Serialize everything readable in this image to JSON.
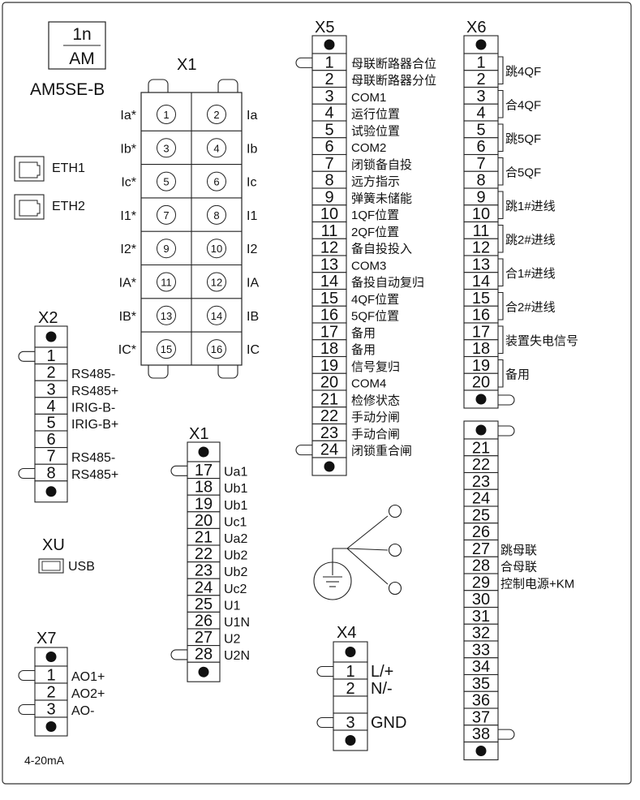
{
  "title_box": {
    "top": "1n",
    "bottom": "AM"
  },
  "model": "AM5SE-B",
  "x1_current": {
    "label": "X1",
    "rows": [
      {
        "left": "Ia*",
        "n1": "1",
        "n2": "2",
        "right": "Ia"
      },
      {
        "left": "Ib*",
        "n1": "3",
        "n2": "4",
        "right": "Ib"
      },
      {
        "left": "Ic*",
        "n1": "5",
        "n2": "6",
        "right": "Ic"
      },
      {
        "left": "I1*",
        "n1": "7",
        "n2": "8",
        "right": "I1"
      },
      {
        "left": "I2*",
        "n1": "9",
        "n2": "10",
        "right": "I2"
      },
      {
        "left": "IA*",
        "n1": "11",
        "n2": "12",
        "right": "IA"
      },
      {
        "left": "IB*",
        "n1": "13",
        "n2": "14",
        "right": "IB"
      },
      {
        "left": "IC*",
        "n1": "15",
        "n2": "16",
        "right": "IC"
      }
    ]
  },
  "eth": [
    "ETH1",
    "ETH2"
  ],
  "x2": {
    "label": "X2",
    "pins": [
      {
        "n": "1",
        "name": ""
      },
      {
        "n": "2",
        "name": "RS485-"
      },
      {
        "n": "3",
        "name": "RS485+"
      },
      {
        "n": "4",
        "name": "IRIG-B-"
      },
      {
        "n": "5",
        "name": "IRIG-B+"
      },
      {
        "n": "6",
        "name": ""
      },
      {
        "n": "7",
        "name": "RS485-"
      },
      {
        "n": "8",
        "name": "RS485+"
      }
    ]
  },
  "xu": {
    "label": "XU",
    "port": "USB"
  },
  "x7": {
    "label": "X7",
    "pins": [
      {
        "n": "1",
        "name": "AO1+"
      },
      {
        "n": "2",
        "name": "AO2+"
      },
      {
        "n": "3",
        "name": "AO-"
      }
    ],
    "note": "4-20mA"
  },
  "x1_voltage": {
    "label": "X1",
    "pins": [
      {
        "n": "17",
        "name": "Ua1"
      },
      {
        "n": "18",
        "name": "Ub1"
      },
      {
        "n": "19",
        "name": "Ub1"
      },
      {
        "n": "20",
        "name": "Uc1"
      },
      {
        "n": "21",
        "name": "Ua2"
      },
      {
        "n": "22",
        "name": "Ub2"
      },
      {
        "n": "23",
        "name": "Ub2"
      },
      {
        "n": "24",
        "name": "Uc2"
      },
      {
        "n": "25",
        "name": "U1"
      },
      {
        "n": "26",
        "name": "U1N"
      },
      {
        "n": "27",
        "name": "U2"
      },
      {
        "n": "28",
        "name": "U2N"
      }
    ]
  },
  "x5": {
    "label": "X5",
    "pins": [
      {
        "n": "1",
        "name": "母联断路器合位"
      },
      {
        "n": "2",
        "name": "母联断路器分位"
      },
      {
        "n": "3",
        "name": "COM1"
      },
      {
        "n": "4",
        "name": "运行位置"
      },
      {
        "n": "5",
        "name": "试验位置"
      },
      {
        "n": "6",
        "name": "COM2"
      },
      {
        "n": "7",
        "name": "闭锁备自投"
      },
      {
        "n": "8",
        "name": "远方指示"
      },
      {
        "n": "9",
        "name": "弹簧未储能"
      },
      {
        "n": "10",
        "name": "1QF位置"
      },
      {
        "n": "11",
        "name": "2QF位置"
      },
      {
        "n": "12",
        "name": "备自投投入"
      },
      {
        "n": "13",
        "name": "COM3"
      },
      {
        "n": "14",
        "name": "备投自动复归"
      },
      {
        "n": "15",
        "name": "4QF位置"
      },
      {
        "n": "16",
        "name": "5QF位置"
      },
      {
        "n": "17",
        "name": "备用"
      },
      {
        "n": "18",
        "name": "备用"
      },
      {
        "n": "19",
        "name": "信号复归"
      },
      {
        "n": "20",
        "name": "COM4"
      },
      {
        "n": "21",
        "name": "检修状态"
      },
      {
        "n": "22",
        "name": "手动分闸"
      },
      {
        "n": "23",
        "name": "手动合闸"
      },
      {
        "n": "24",
        "name": "闭锁重合闸"
      }
    ]
  },
  "x6": {
    "label": "X6",
    "pins_top": [
      "1",
      "2",
      "3",
      "4",
      "5",
      "6",
      "7",
      "8",
      "9",
      "10",
      "11",
      "12",
      "13",
      "14",
      "15",
      "16",
      "17",
      "18",
      "19",
      "20"
    ],
    "groups": [
      "跳4QF",
      "合4QF",
      "跳5QF",
      "合5QF",
      "跳1#进线",
      "跳2#进线",
      "合1#进线",
      "合2#进线",
      "装置失电信号",
      "备用"
    ],
    "pins_bottom": [
      "21",
      "22",
      "23",
      "24",
      "25",
      "26",
      "27",
      "28",
      "29",
      "30",
      "31",
      "32",
      "33",
      "34",
      "35",
      "36",
      "37",
      "38"
    ],
    "bottom_labels": [
      {
        "n": "27",
        "name": "跳母联"
      },
      {
        "n": "28",
        "name": "合母联"
      },
      {
        "n": "29",
        "name": "控制电源+KM"
      }
    ]
  },
  "x4": {
    "label": "X4",
    "pins": [
      {
        "n": "1",
        "name": "L/+"
      },
      {
        "n": "2",
        "name": "N/-"
      },
      {
        "n": "3",
        "name": "GND"
      }
    ]
  }
}
